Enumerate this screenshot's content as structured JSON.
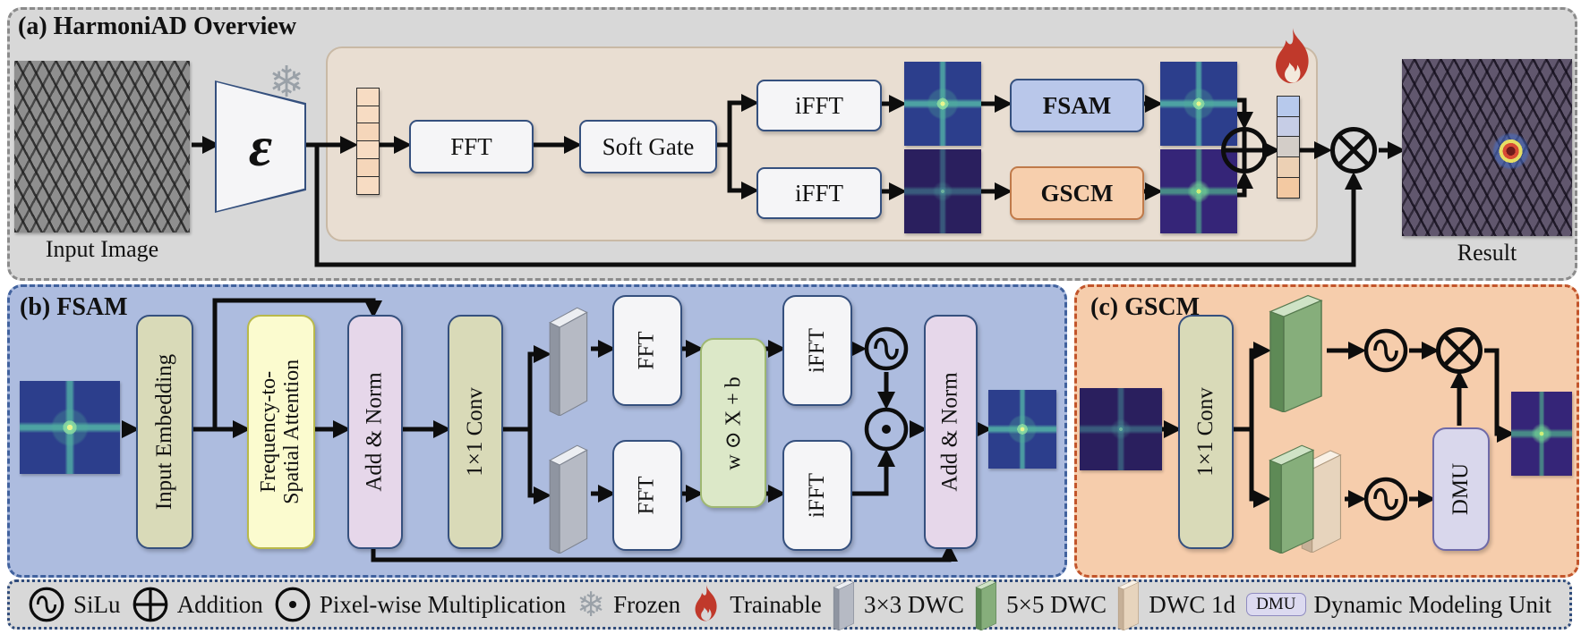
{
  "panel_a": {
    "title": "(a) HarmoniAD Overview",
    "input_caption": "Input Image",
    "encoder_symbol": "ε",
    "fft": "FFT",
    "soft_gate": "Soft Gate",
    "ifft_top": "iFFT",
    "ifft_bottom": "iFFT",
    "fsam": "FSAM",
    "gscm": "GSCM",
    "result_caption": "Result"
  },
  "panel_b": {
    "title": "(b) FSAM",
    "input_embedding": "Input Embedding",
    "fsa_line1": "Frequency-to-",
    "fsa_line2": "Spatial Attention",
    "add_norm_1": "Add & Norm",
    "conv_1x1": "1×1 Conv",
    "fft_top": "FFT",
    "fft_bottom": "FFT",
    "modulation": "w ⊙ X + b",
    "ifft_top": "iFFT",
    "ifft_bottom": "iFFT",
    "add_norm_2": "Add & Norm"
  },
  "panel_c": {
    "title": "(c) GSCM",
    "conv_1x1": "1×1 Conv",
    "dmu": "DMU"
  },
  "legend": {
    "items": [
      {
        "icon": "silu-icon",
        "label": "SiLu"
      },
      {
        "icon": "addition-icon",
        "label": "Addition"
      },
      {
        "icon": "pixelwise-multiplication-icon",
        "label": "Pixel-wise Multiplication"
      },
      {
        "icon": "frozen-icon",
        "label": "Frozen"
      },
      {
        "icon": "trainable-icon",
        "label": "Trainable"
      },
      {
        "icon": "dwc-3x3-icon",
        "label": "3×3 DWC"
      },
      {
        "icon": "dwc-5x5-icon",
        "label": "5×5 DWC"
      },
      {
        "icon": "dwc-1d-icon",
        "label": "DWC 1d"
      },
      {
        "icon": "dmu-icon",
        "label": "Dynamic Modeling Unit"
      }
    ],
    "dmu_badge": "DMU",
    "frozen_glyph": "❄"
  },
  "colors": {
    "panel_a_bg": "#d8d8d8",
    "inner_panel_bg": "#e9ded2",
    "fsam_panel_bg": "#adbcdf",
    "gscm_panel_bg": "#f6cdac",
    "fsam_box": "#b9c7ea",
    "gscm_box": "#f7cfad",
    "olive_box": "#d9dab8",
    "yellow_box": "#fbfbcf",
    "pink_box": "#e6d7ea",
    "green_box": "#dce8c8",
    "lavender_box": "#d9d7ec",
    "flame_red": "#c0392b",
    "snowflake_gray": "#9aa1a8"
  }
}
